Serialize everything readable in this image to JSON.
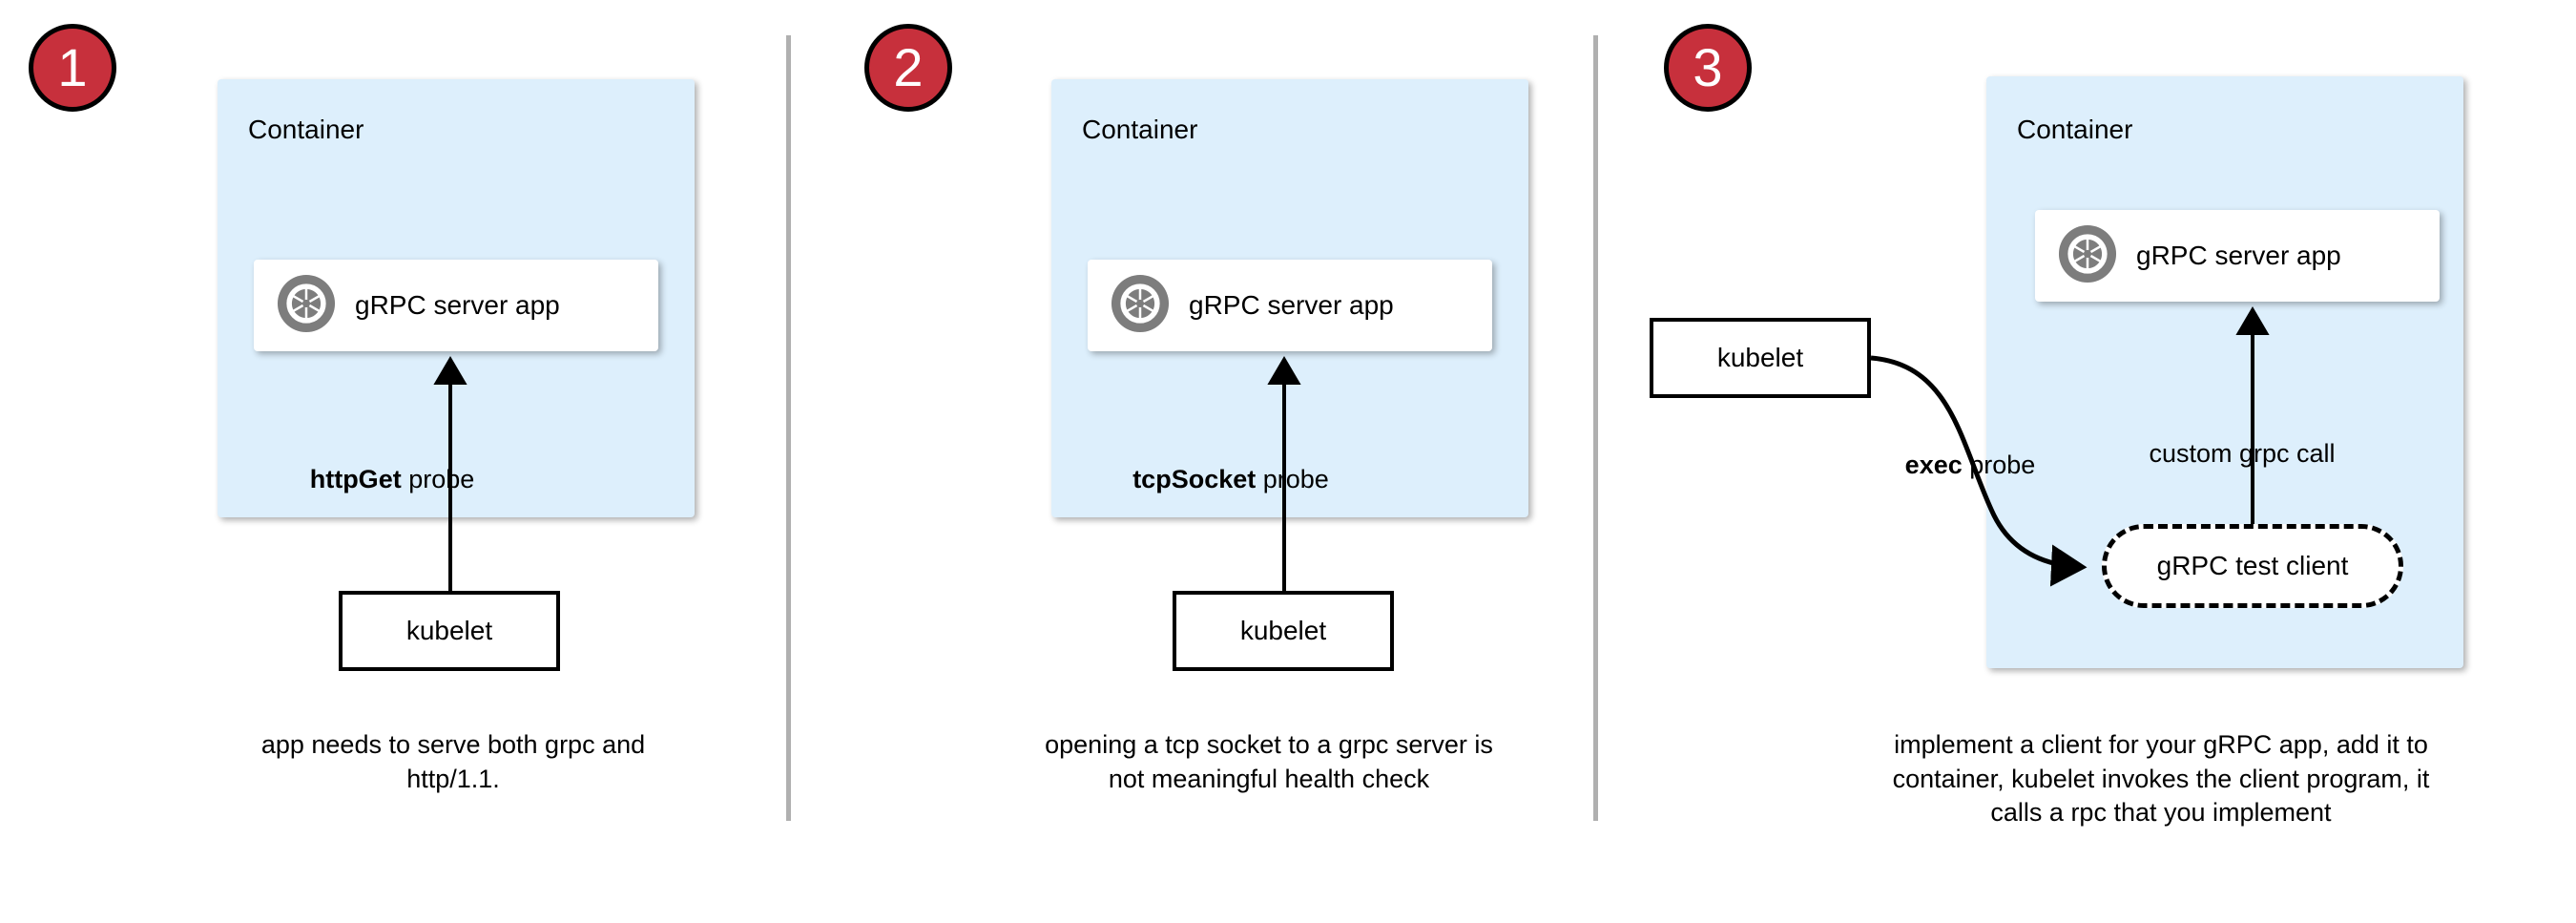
{
  "diagram": {
    "title_text": "",
    "colors": {
      "badge_red": "#c7303c",
      "container_blue": "#ddeffc",
      "card_white": "#ffffff",
      "logo_grey": "#7d7d7d",
      "divider_grey": "#b0b0b0",
      "stroke_black": "#000000"
    }
  },
  "panels": [
    {
      "badge": "1",
      "container_label": "Container",
      "app_label": "gRPC server app",
      "app_icon": "grpc-logo-icon",
      "probe_label_bold": "httpGet",
      "probe_label_rest": " probe",
      "kubelet_label": "kubelet",
      "caption": "app needs to serve both grpc and http/1.1."
    },
    {
      "badge": "2",
      "container_label": "Container",
      "app_label": "gRPC server app",
      "app_icon": "grpc-logo-icon",
      "probe_label_bold": "tcpSocket",
      "probe_label_rest": " probe",
      "kubelet_label": "kubelet",
      "caption": "opening a tcp socket to a grpc server is not meaningful health check"
    },
    {
      "badge": "3",
      "container_label": "Container",
      "app_label": "gRPC server app",
      "app_icon": "grpc-logo-icon",
      "probe_label_bold": "exec",
      "probe_label_rest": " probe",
      "kubelet_label": "kubelet",
      "client_label": "gRPC test client",
      "call_label": "custom grpc call",
      "caption": "implement a client for your gRPC app, add it to container, kubelet invokes the client program, it calls a rpc that you implement"
    }
  ]
}
